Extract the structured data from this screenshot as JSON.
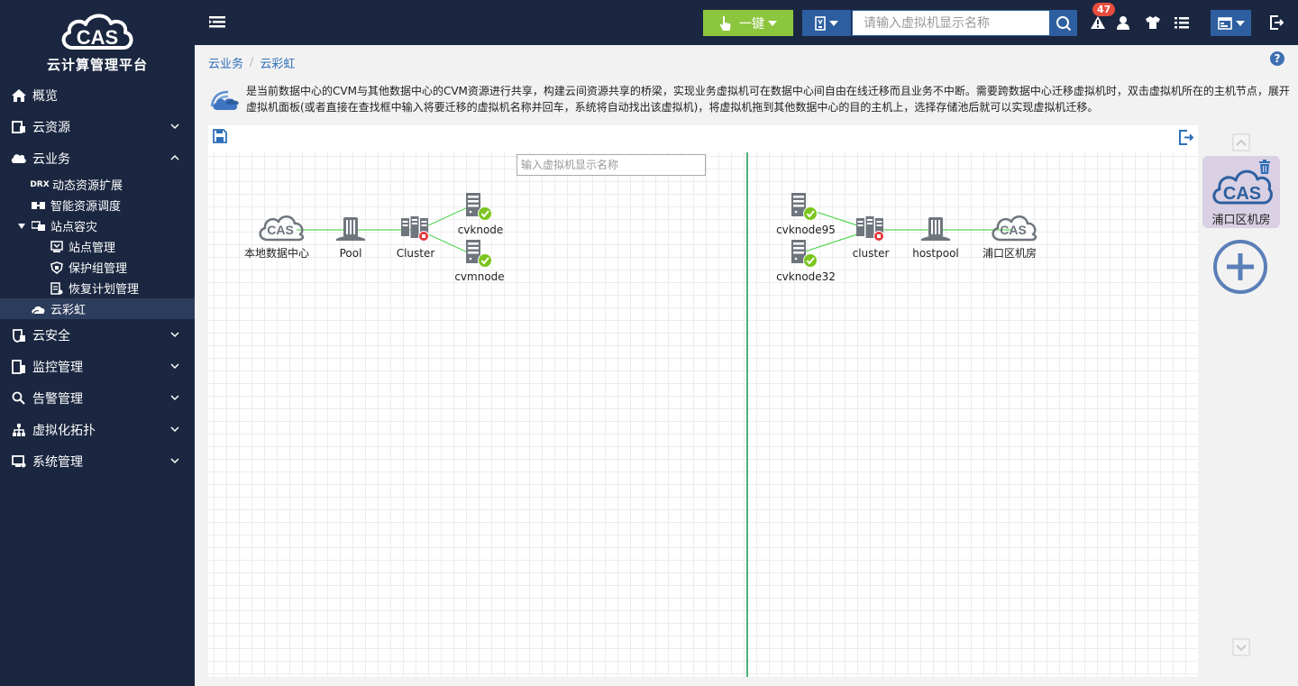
{
  "app": {
    "title": "云计算管理平台",
    "logo_text": "CAS"
  },
  "sidebar": {
    "items": [
      {
        "label": "概览",
        "icon": "home-icon"
      },
      {
        "label": "云资源",
        "icon": "cloud-resource-icon"
      },
      {
        "label": "云业务",
        "icon": "cloud-service-icon"
      },
      {
        "label": "云安全",
        "icon": "shield-icon"
      },
      {
        "label": "监控管理",
        "icon": "monitor-icon"
      },
      {
        "label": "告警管理",
        "icon": "alarm-icon"
      },
      {
        "label": "虚拟化拓扑",
        "icon": "topology-icon"
      },
      {
        "label": "系统管理",
        "icon": "system-icon"
      }
    ],
    "sub_items": {
      "drx": "动态资源扩展",
      "drx_icon_text": "DRX",
      "scheduling": "智能资源调度",
      "site_dr": "站点容灾",
      "site_mgmt": "站点管理",
      "protection_group": "保护组管理",
      "recovery_plan": "恢复计划管理",
      "rainbow": "云彩虹"
    }
  },
  "topbar": {
    "yijian_label": "一键",
    "search_placeholder": "请输入虚拟机显示名称",
    "alarm_count": "47"
  },
  "breadcrumb": {
    "parent": "云业务",
    "separator": "/",
    "current": "云彩虹"
  },
  "help": "?",
  "description": "是当前数据中心的CVM与其他数据中心的CVM资源进行共享，构建云间资源共享的桥梁，实现业务虚拟机可在数据中心间自由在线迁移而且业务不中断。需要跨数据中心迁移虚拟机时，双击虚拟机所在的主机节点，展开虚拟机面板(或者直接在查找框中输入将要迁移的虚拟机名称并回车，系统将自动找出该虚拟机)，将虚拟机拖到其他数据中心的目的主机上，选择存储池后就可以实现虚拟机迁移。",
  "canvas": {
    "search_placeholder": "输入虚拟机显示名称",
    "left_nodes": {
      "datacenter": "本地数据中心",
      "cas_text": "CAS",
      "pool": "Pool",
      "cluster": "Cluster",
      "host1": "cvknode",
      "host2": "cvmnode"
    },
    "right_nodes": {
      "host1": "cvknode95",
      "host2": "cvknode32",
      "cluster": "cluster",
      "pool": "hostpool",
      "datacenter": "浦口区机房",
      "cas_text": "CAS"
    }
  },
  "right_panel": {
    "site_card_label": "浦口区机房",
    "site_card_cas": "CAS"
  },
  "colors": {
    "sidebar_bg": "#1b2740",
    "accent_green": "#8cc63f",
    "accent_blue": "#2d5fa0",
    "link_green": "#55d855",
    "status_ok": "#7cc520",
    "status_error": "#e5383b",
    "divider": "#4caf7a"
  }
}
